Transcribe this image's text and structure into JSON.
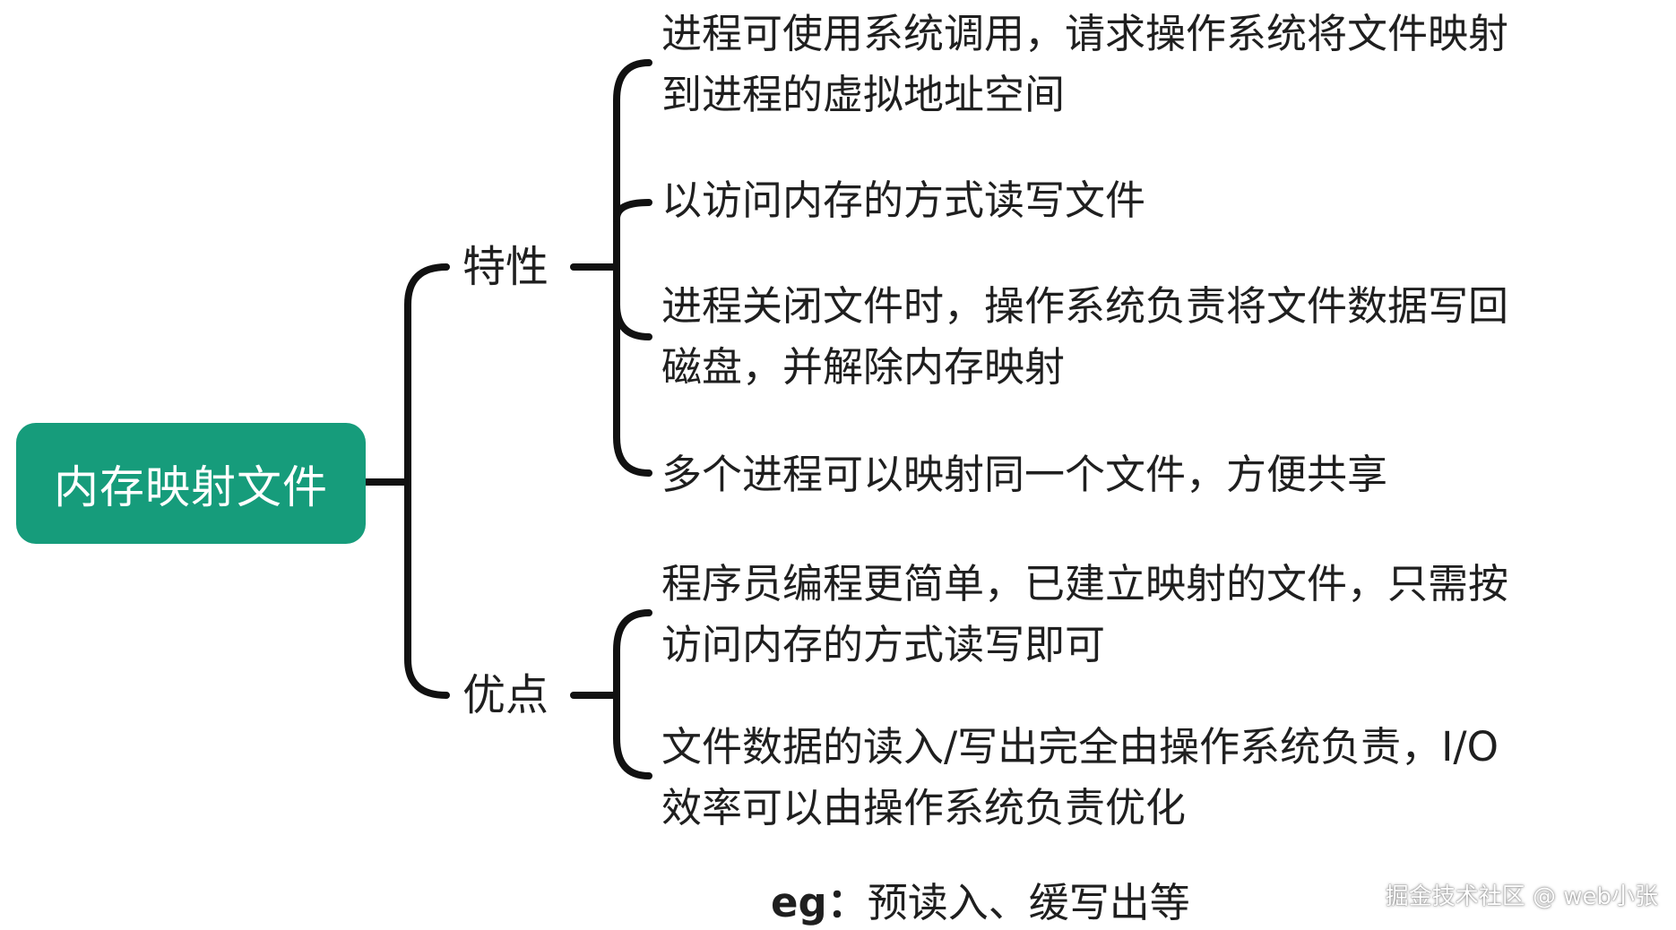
{
  "root": {
    "label": "内存映射文件"
  },
  "branches": [
    {
      "label": "特性",
      "leaves": [
        {
          "line1": "进程可使用系统调用，请求操作系统将文件映射",
          "line2": "到进程的虚拟地址空间"
        },
        {
          "line1": "以访问内存的方式读写文件",
          "line2": ""
        },
        {
          "line1": "进程关闭文件时，操作系统负责将文件数据写回",
          "line2": "磁盘，并解除内存映射"
        },
        {
          "line1": "多个进程可以映射同一个文件，方便共享",
          "line2": ""
        }
      ]
    },
    {
      "label": "优点",
      "leaves": [
        {
          "line1": "程序员编程更简单，已建立映射的文件，只需按",
          "line2": "访问内存的方式读写即可"
        },
        {
          "line1": "文件数据的读入/写出完全由操作系统负责，I/O",
          "line2": "效率可以由操作系统负责优化"
        }
      ]
    }
  ],
  "footnote": {
    "prefix": "eg：",
    "text": "预读入、缓写出等"
  },
  "watermark": "掘金技术社区 @ web小张",
  "colors": {
    "root_fill": "#169c7b",
    "root_text": "#ffffff",
    "connector": "#111111"
  }
}
